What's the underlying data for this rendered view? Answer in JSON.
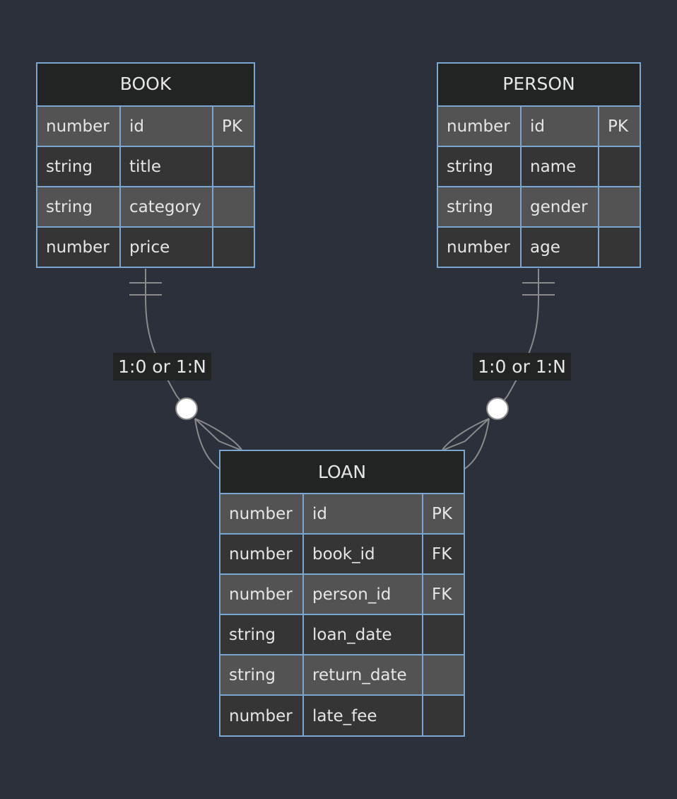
{
  "entities": [
    {
      "name": "BOOK",
      "attributes": [
        {
          "type": "number",
          "name": "id",
          "key": "PK"
        },
        {
          "type": "string",
          "name": "title",
          "key": ""
        },
        {
          "type": "string",
          "name": "category",
          "key": ""
        },
        {
          "type": "number",
          "name": "price",
          "key": ""
        }
      ]
    },
    {
      "name": "PERSON",
      "attributes": [
        {
          "type": "number",
          "name": "id",
          "key": "PK"
        },
        {
          "type": "string",
          "name": "name",
          "key": ""
        },
        {
          "type": "string",
          "name": "gender",
          "key": ""
        },
        {
          "type": "number",
          "name": "age",
          "key": ""
        }
      ]
    },
    {
      "name": "LOAN",
      "attributes": [
        {
          "type": "number",
          "name": "id",
          "key": "PK"
        },
        {
          "type": "number",
          "name": "book_id",
          "key": "FK"
        },
        {
          "type": "number",
          "name": "person_id",
          "key": "FK"
        },
        {
          "type": "string",
          "name": "loan_date",
          "key": ""
        },
        {
          "type": "string",
          "name": "return_date",
          "key": ""
        },
        {
          "type": "number",
          "name": "late_fee",
          "key": ""
        }
      ]
    }
  ],
  "relationships": [
    {
      "from": "BOOK",
      "to": "LOAN",
      "label": "1:0 or 1:N"
    },
    {
      "from": "PERSON",
      "to": "LOAN",
      "label": "1:0 or 1:N"
    }
  ],
  "colors": {
    "background": "#2b303b",
    "header": "#222424",
    "row_light": "#535353",
    "row_dark": "#353535",
    "border": "#7aa6d2",
    "line": "#8a8a8a",
    "text": "#e6e6e6"
  }
}
